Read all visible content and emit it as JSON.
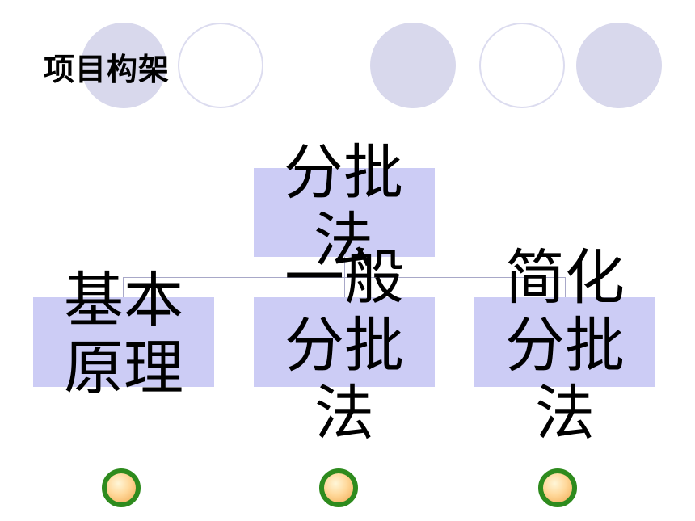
{
  "title": "项目构架",
  "diagram": {
    "root": {
      "label": "分批法"
    },
    "children": [
      {
        "label": "基本原理"
      },
      {
        "label": "一般分批法"
      },
      {
        "label": "简化分批法"
      }
    ]
  },
  "colors": {
    "node_fill": "#ccccf5",
    "decor_circle_fill": "#d8d8ec",
    "bullet_ring": "#2e8b1e",
    "bullet_fill": "#ffd89a"
  }
}
